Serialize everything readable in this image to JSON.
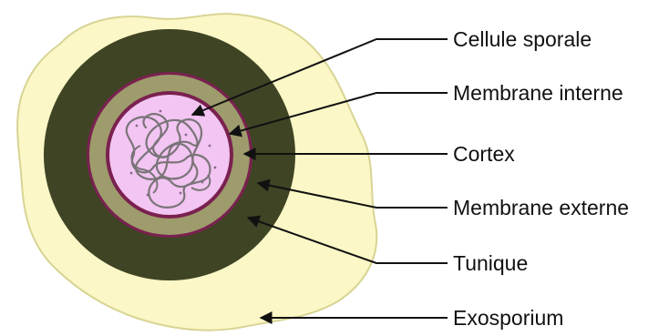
{
  "labels": {
    "cellule_sporale": "Cellule sporale",
    "membrane_interne": "Membrane interne",
    "cortex": "Cortex",
    "membrane_externe": "Membrane externe",
    "tunique": "Tunique",
    "exosporium": "Exosporium"
  },
  "colors": {
    "exosporium": "#fbf7c6",
    "exosporium_edge": "#d8d494",
    "tunique": "#3f4424",
    "membrane": "#7a2150",
    "cortex": "#9e9c6c",
    "cytoplasm": "#f2c5f2",
    "dna": "#7a7478",
    "leader": "#111111"
  }
}
